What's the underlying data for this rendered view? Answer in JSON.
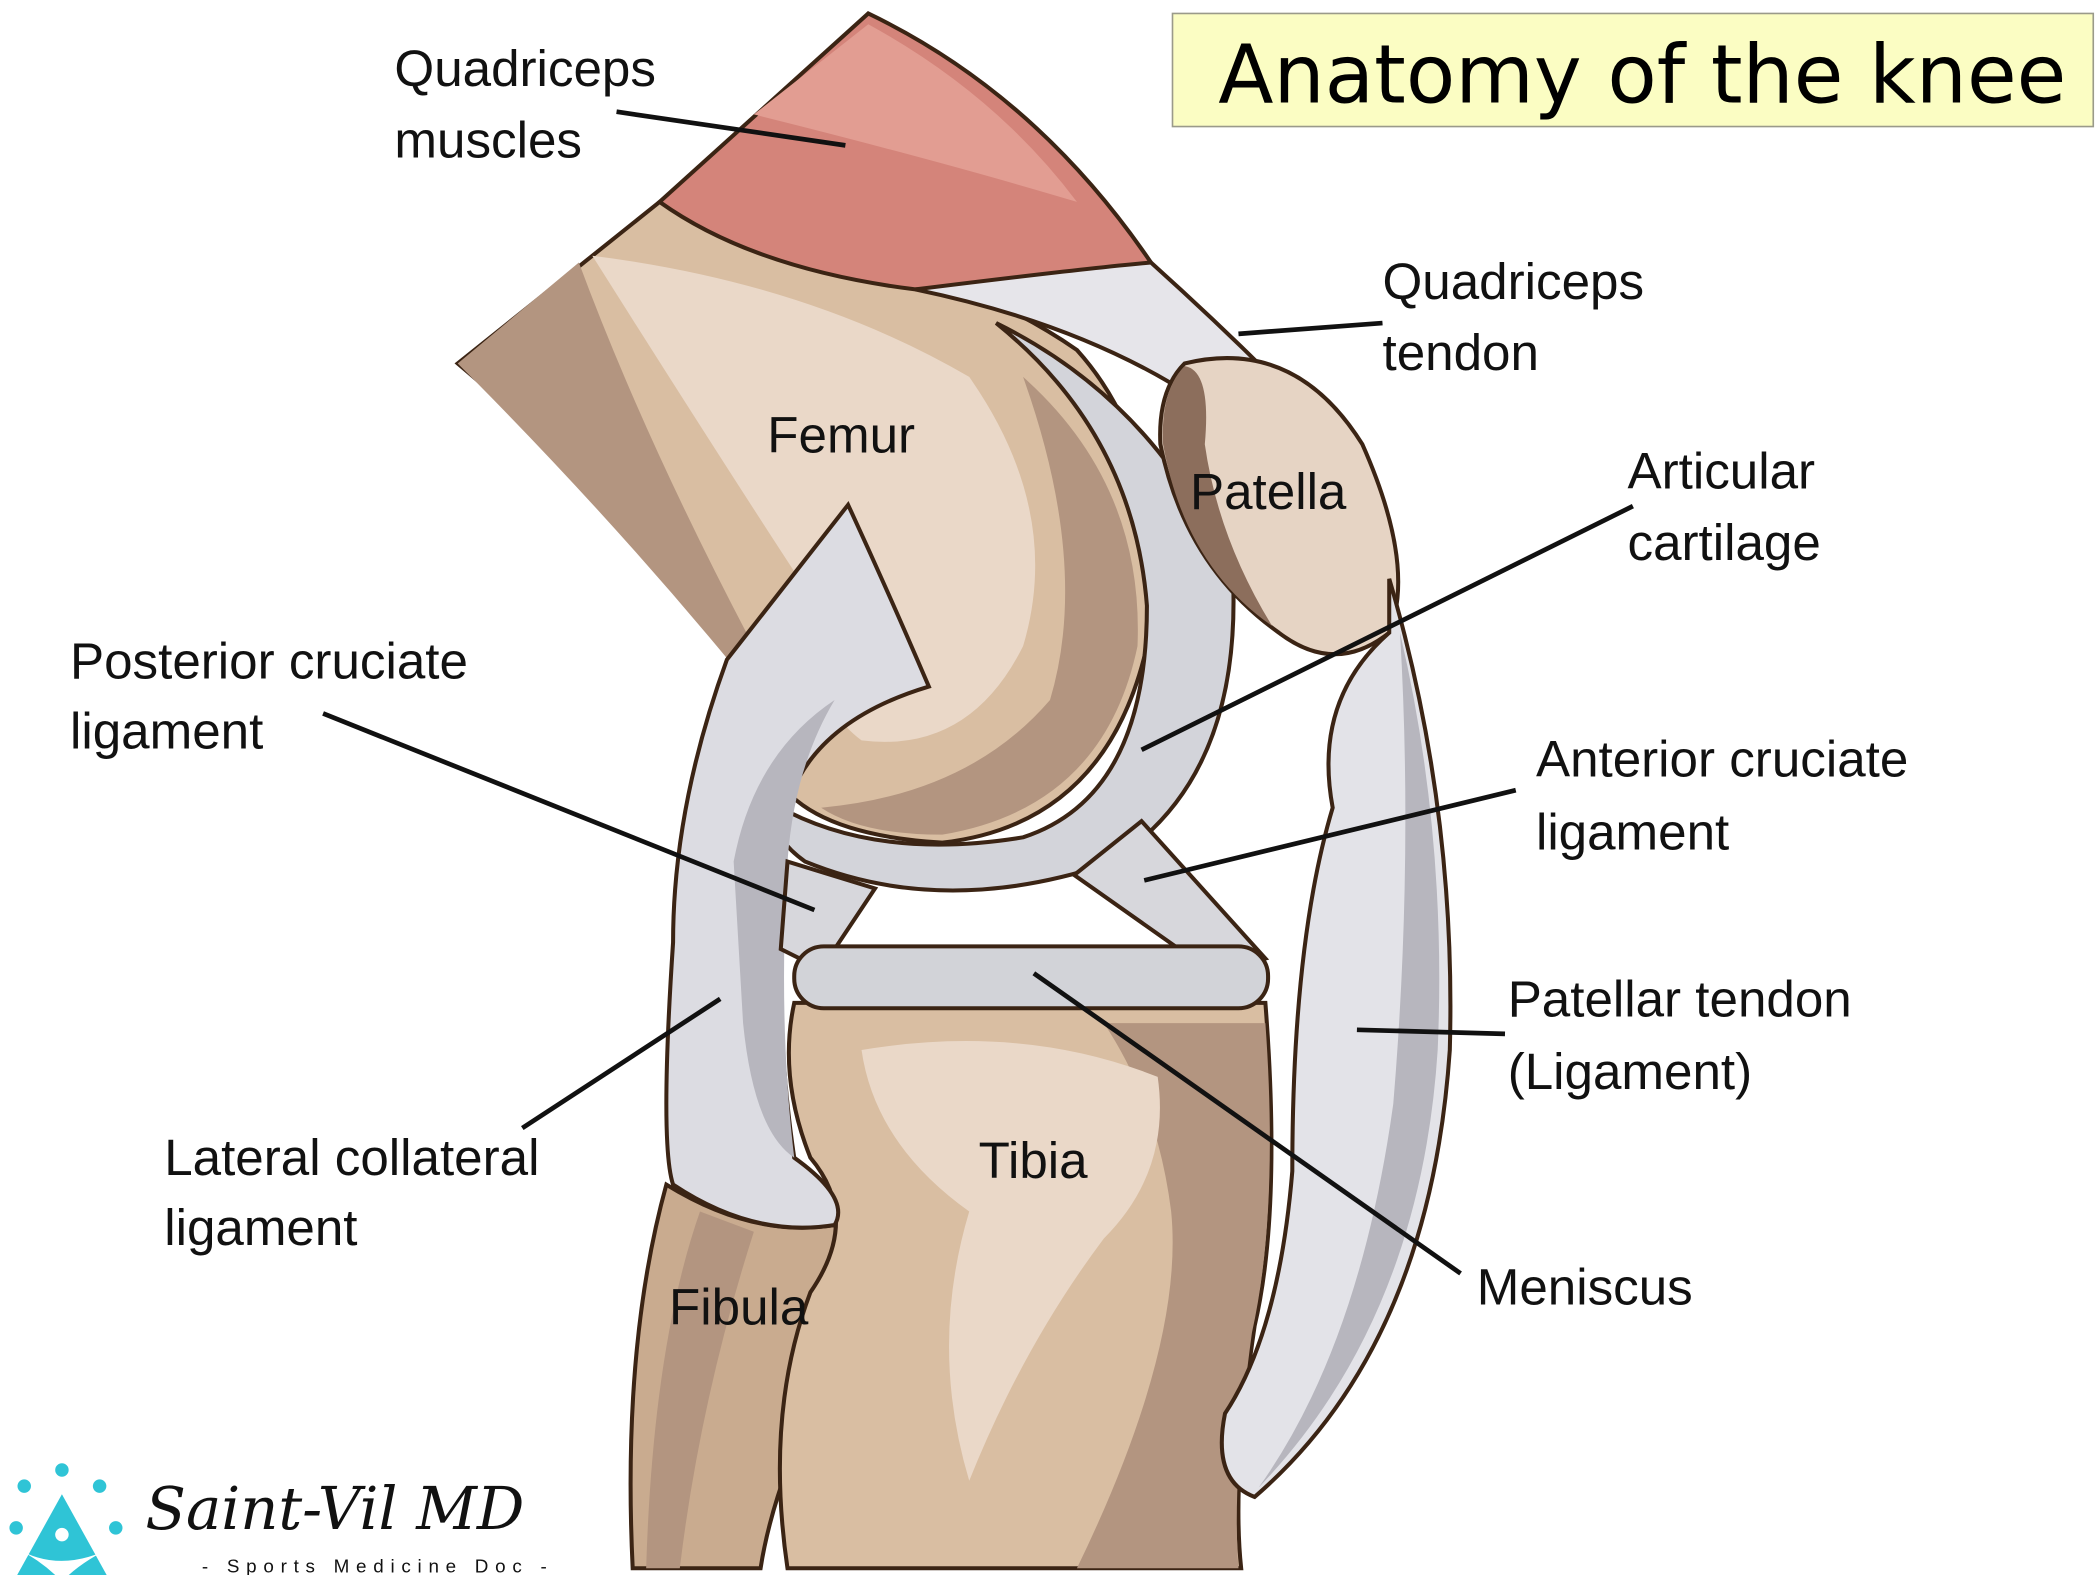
{
  "title": "Anatomy of the knee",
  "colors": {
    "title_bg": "#fbfdc3",
    "bone": "#d9bea2",
    "bone_dark": "#b39580",
    "bone_light": "#ead8c8",
    "muscle": "#d4847a",
    "ligament": "#e2e2e7",
    "ligament_shade": "#b7b6be",
    "logo": "#2fc4d6"
  },
  "labels": {
    "quadriceps_muscles": [
      "Quadriceps",
      "muscles"
    ],
    "quadriceps_tendon": [
      "Quadriceps",
      "tendon"
    ],
    "femur": "Femur",
    "patella": "Patella",
    "articular_cartilage": [
      "Articular",
      "cartilage"
    ],
    "posterior_cruciate": [
      "Posterior cruciate",
      "ligament"
    ],
    "anterior_cruciate": [
      "Anterior cruciate",
      "ligament"
    ],
    "patellar_tendon": [
      "Patellar tendon",
      "(Ligament)"
    ],
    "lateral_collateral": [
      "Lateral collateral",
      "ligament"
    ],
    "tibia": "Tibia",
    "fibula": "Fibula",
    "meniscus": "Meniscus"
  },
  "logo": {
    "name": "Saint-Vil MD",
    "tagline": "- Sports Medicine Doc -"
  }
}
